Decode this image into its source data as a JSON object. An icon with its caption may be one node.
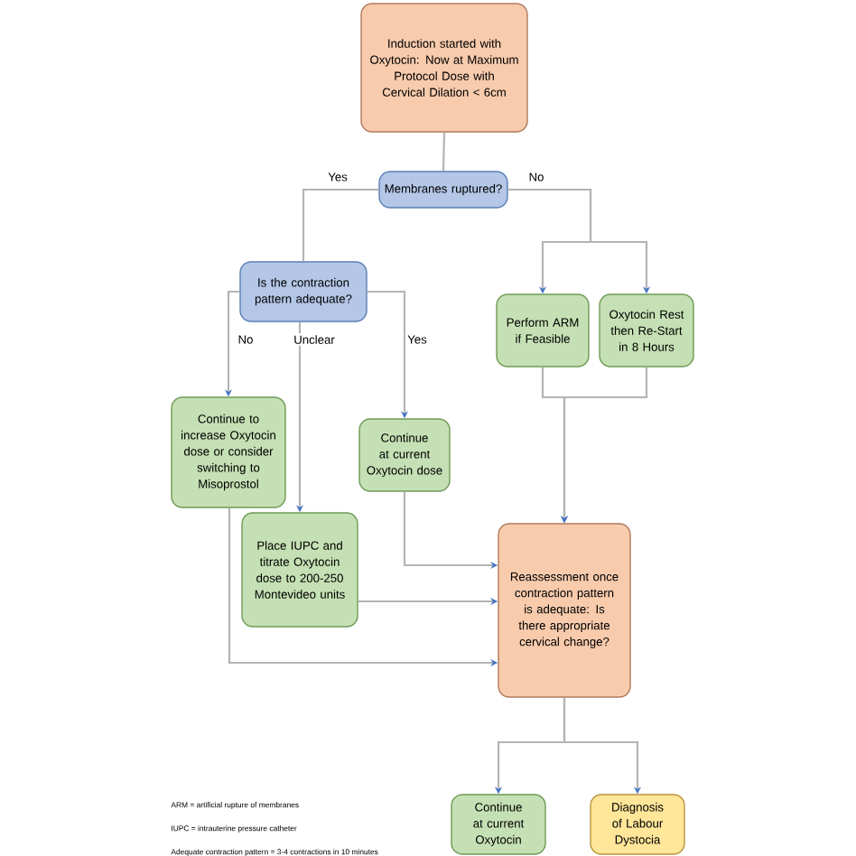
{
  "diagram": {
    "nodes": [
      {
        "text": [
          "Induction started with Oxytocin: Now at Maximum Protocol Dose with Cervical Dilation < 6cm"
        ]
      },
      {
        "text": [
          "Membranes ruptured?"
        ]
      },
      {
        "text": [
          "Is the contraction pattern adequate?"
        ]
      },
      {
        "text": [
          "Perform ARM if Feasible"
        ]
      },
      {
        "text": [
          "Oxytocin Rest then Re-Start in 8 Hours"
        ]
      },
      {
        "text": [
          "Continue to increase Oxytocin dose or consider switching to Misoprostol"
        ]
      },
      {
        "text": [
          "Continue at current Oxytocin dose"
        ]
      },
      {
        "text": [
          "Place IUPC and titrate Oxytocin dose to 200-250 Montevideo units"
        ]
      },
      {
        "text": [
          "Reassessment once contraction pattern is adequate: Is there appropriate cervical change?"
        ]
      },
      {
        "text": [
          "Continue at current Oxytocin"
        ]
      },
      {
        "text": [
          "Diagnosis of Labour Dystocia"
        ]
      }
    ],
    "edges": [
      {
        "from": 0,
        "to": 1,
        "arrow": "none"
      },
      {
        "from": 1,
        "to": 2,
        "arrow": "none",
        "label": "Yes"
      },
      {
        "from": 1,
        "to": 3,
        "arrow": "to",
        "label": "No"
      },
      {
        "from": 1,
        "to": 4,
        "arrow": "to"
      },
      {
        "from": 2,
        "to": 5,
        "arrow": "to",
        "label": "No"
      },
      {
        "from": 2,
        "to": 7,
        "arrow": "to",
        "label": "Unclear"
      },
      {
        "from": 2,
        "to": 6,
        "arrow": "to",
        "label": "Yes"
      },
      {
        "from": 3,
        "to": 8,
        "arrow": "to"
      },
      {
        "from": 4,
        "to": 8,
        "arrow": "to"
      },
      {
        "from": 6,
        "to": 8,
        "arrow": "to"
      },
      {
        "from": 7,
        "to": 8,
        "arrow": "to"
      },
      {
        "from": 5,
        "to": 8,
        "arrow": "to"
      },
      {
        "from": 8,
        "to": 9,
        "arrow": "to"
      },
      {
        "from": 8,
        "to": 10,
        "arrow": "to"
      }
    ],
    "labels": [
      "ARM = artificial rupture of membranes",
      "IUPC = intrauterine pressure catheter",
      "Adequate contraction pattern = 3-4 contractions in 10 minutes"
    ]
  }
}
